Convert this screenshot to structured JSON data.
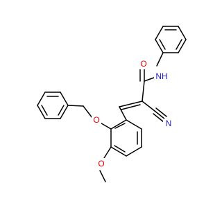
{
  "molecule": {
    "atoms": {
      "carbonyl_o": "O",
      "amide_nh": "NH",
      "nitrile_n": "N",
      "ether_o": "O",
      "methoxy_o": "O"
    },
    "colors": {
      "bond": "#000000",
      "nitrogen": "#1f1fd0",
      "oxygen": "#e60000",
      "background": "#ffffff"
    }
  }
}
